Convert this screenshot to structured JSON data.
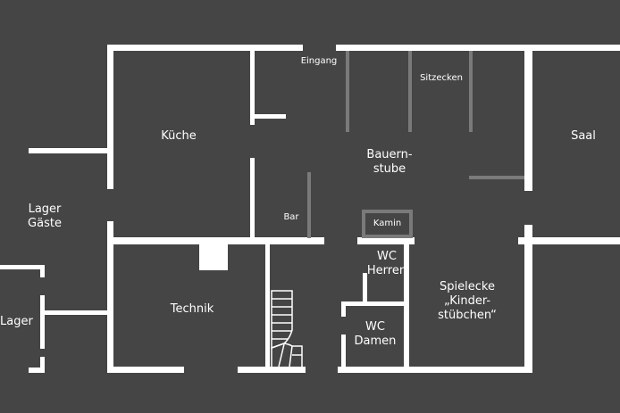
{
  "colors": {
    "background": "#454545",
    "wall": "#ffffff",
    "partition": "#7a7a7a",
    "fireplace": "#7a7a7a",
    "text": "#ffffff"
  },
  "rooms": {
    "kueche": "Küche",
    "eingang": "Eingang",
    "sitzecken": "Sitzecken",
    "saal": "Saal",
    "bauernstube_1": "Bauern-",
    "bauernstube_2": "stube",
    "lager_gaeste_1": "Lager",
    "lager_gaeste_2": "Gäste",
    "bar": "Bar",
    "kamin": "Kamin",
    "wc_herren_1": "WC",
    "wc_herren_2": "Herren",
    "lager": "Lager",
    "technik": "Technik",
    "spielecke_1": "Spielecke",
    "spielecke_2": "„Kinder-",
    "spielecke_3": "stübchen“",
    "wc_damen_1": "WC",
    "wc_damen_2": "Damen"
  }
}
